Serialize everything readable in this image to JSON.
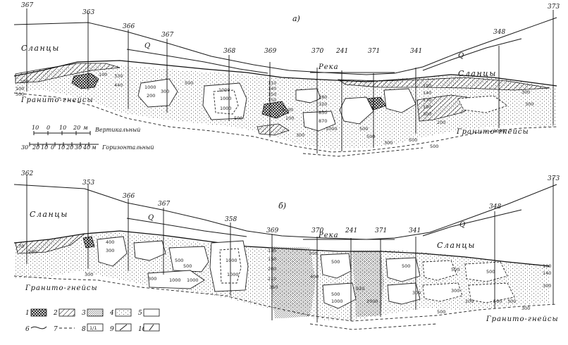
{
  "panels": [
    {
      "label": "а)",
      "borehole_numbers": [
        "367",
        "363",
        "366",
        "367",
        "368",
        "369",
        "370",
        "241",
        "371",
        "341",
        "348",
        "373"
      ],
      "rock_labels": {
        "left_top": "Сланцы",
        "right_top": "Сланцы",
        "q_left": "Q",
        "q_right": "Q",
        "river": "Река",
        "left_bottom": "Гранито-гнейсы",
        "right_bottom": "Гранито-гнейсы"
      },
      "contour_values": [
        "200",
        "100",
        "300",
        "100",
        "330",
        "440",
        "1000",
        "200",
        "300",
        "500",
        "1000",
        "1000",
        "1000",
        "500",
        "110",
        "140",
        "150",
        "150",
        "1000",
        "100",
        "280",
        "320",
        "850",
        "870",
        "1000",
        "300",
        "500",
        "500",
        "500",
        "300",
        "190",
        "140",
        "170",
        "190",
        "300",
        "200",
        "300",
        "300",
        "500",
        "1000"
      ]
    },
    {
      "label": "б)",
      "borehole_numbers": [
        "362",
        "353",
        "366",
        "367",
        "358",
        "369",
        "370",
        "241",
        "371",
        "341",
        "348",
        "373"
      ],
      "rock_labels": {
        "left_top": "Сланцы",
        "right_top": "Сланцы",
        "q_left": "Q",
        "q_right": "Q",
        "river": "Река",
        "left_bottom": "Гранито-гнейсы",
        "right_bottom": "Гранито-гнейсы"
      },
      "contour_values": [
        "70",
        "200",
        "400",
        "300",
        "1000",
        "500",
        "1000",
        "1000",
        "1000",
        "500",
        "500",
        "300",
        "300",
        "130",
        "150",
        "200",
        "210",
        "350",
        "300",
        "500",
        "1000",
        "400",
        "920",
        "500",
        "500",
        "1000",
        "300",
        "100",
        "140",
        "300",
        "500",
        "300",
        "500",
        "200",
        "300",
        "500",
        "300"
      ]
    }
  ],
  "scale": {
    "vertical_label": "Вертикальный",
    "vertical_ticks": [
      "10",
      "0",
      "10",
      "20",
      "м"
    ],
    "horizontal_label": "Горизонтальный",
    "horizontal_ticks": [
      "30",
      "20",
      "10",
      "0",
      "10",
      "20",
      "30",
      "40",
      "м"
    ]
  },
  "legend": {
    "items": [
      "1",
      "2",
      "3",
      "4",
      "5",
      "6",
      "7",
      "8",
      "9",
      "10"
    ],
    "glyph_text": "1/1"
  }
}
